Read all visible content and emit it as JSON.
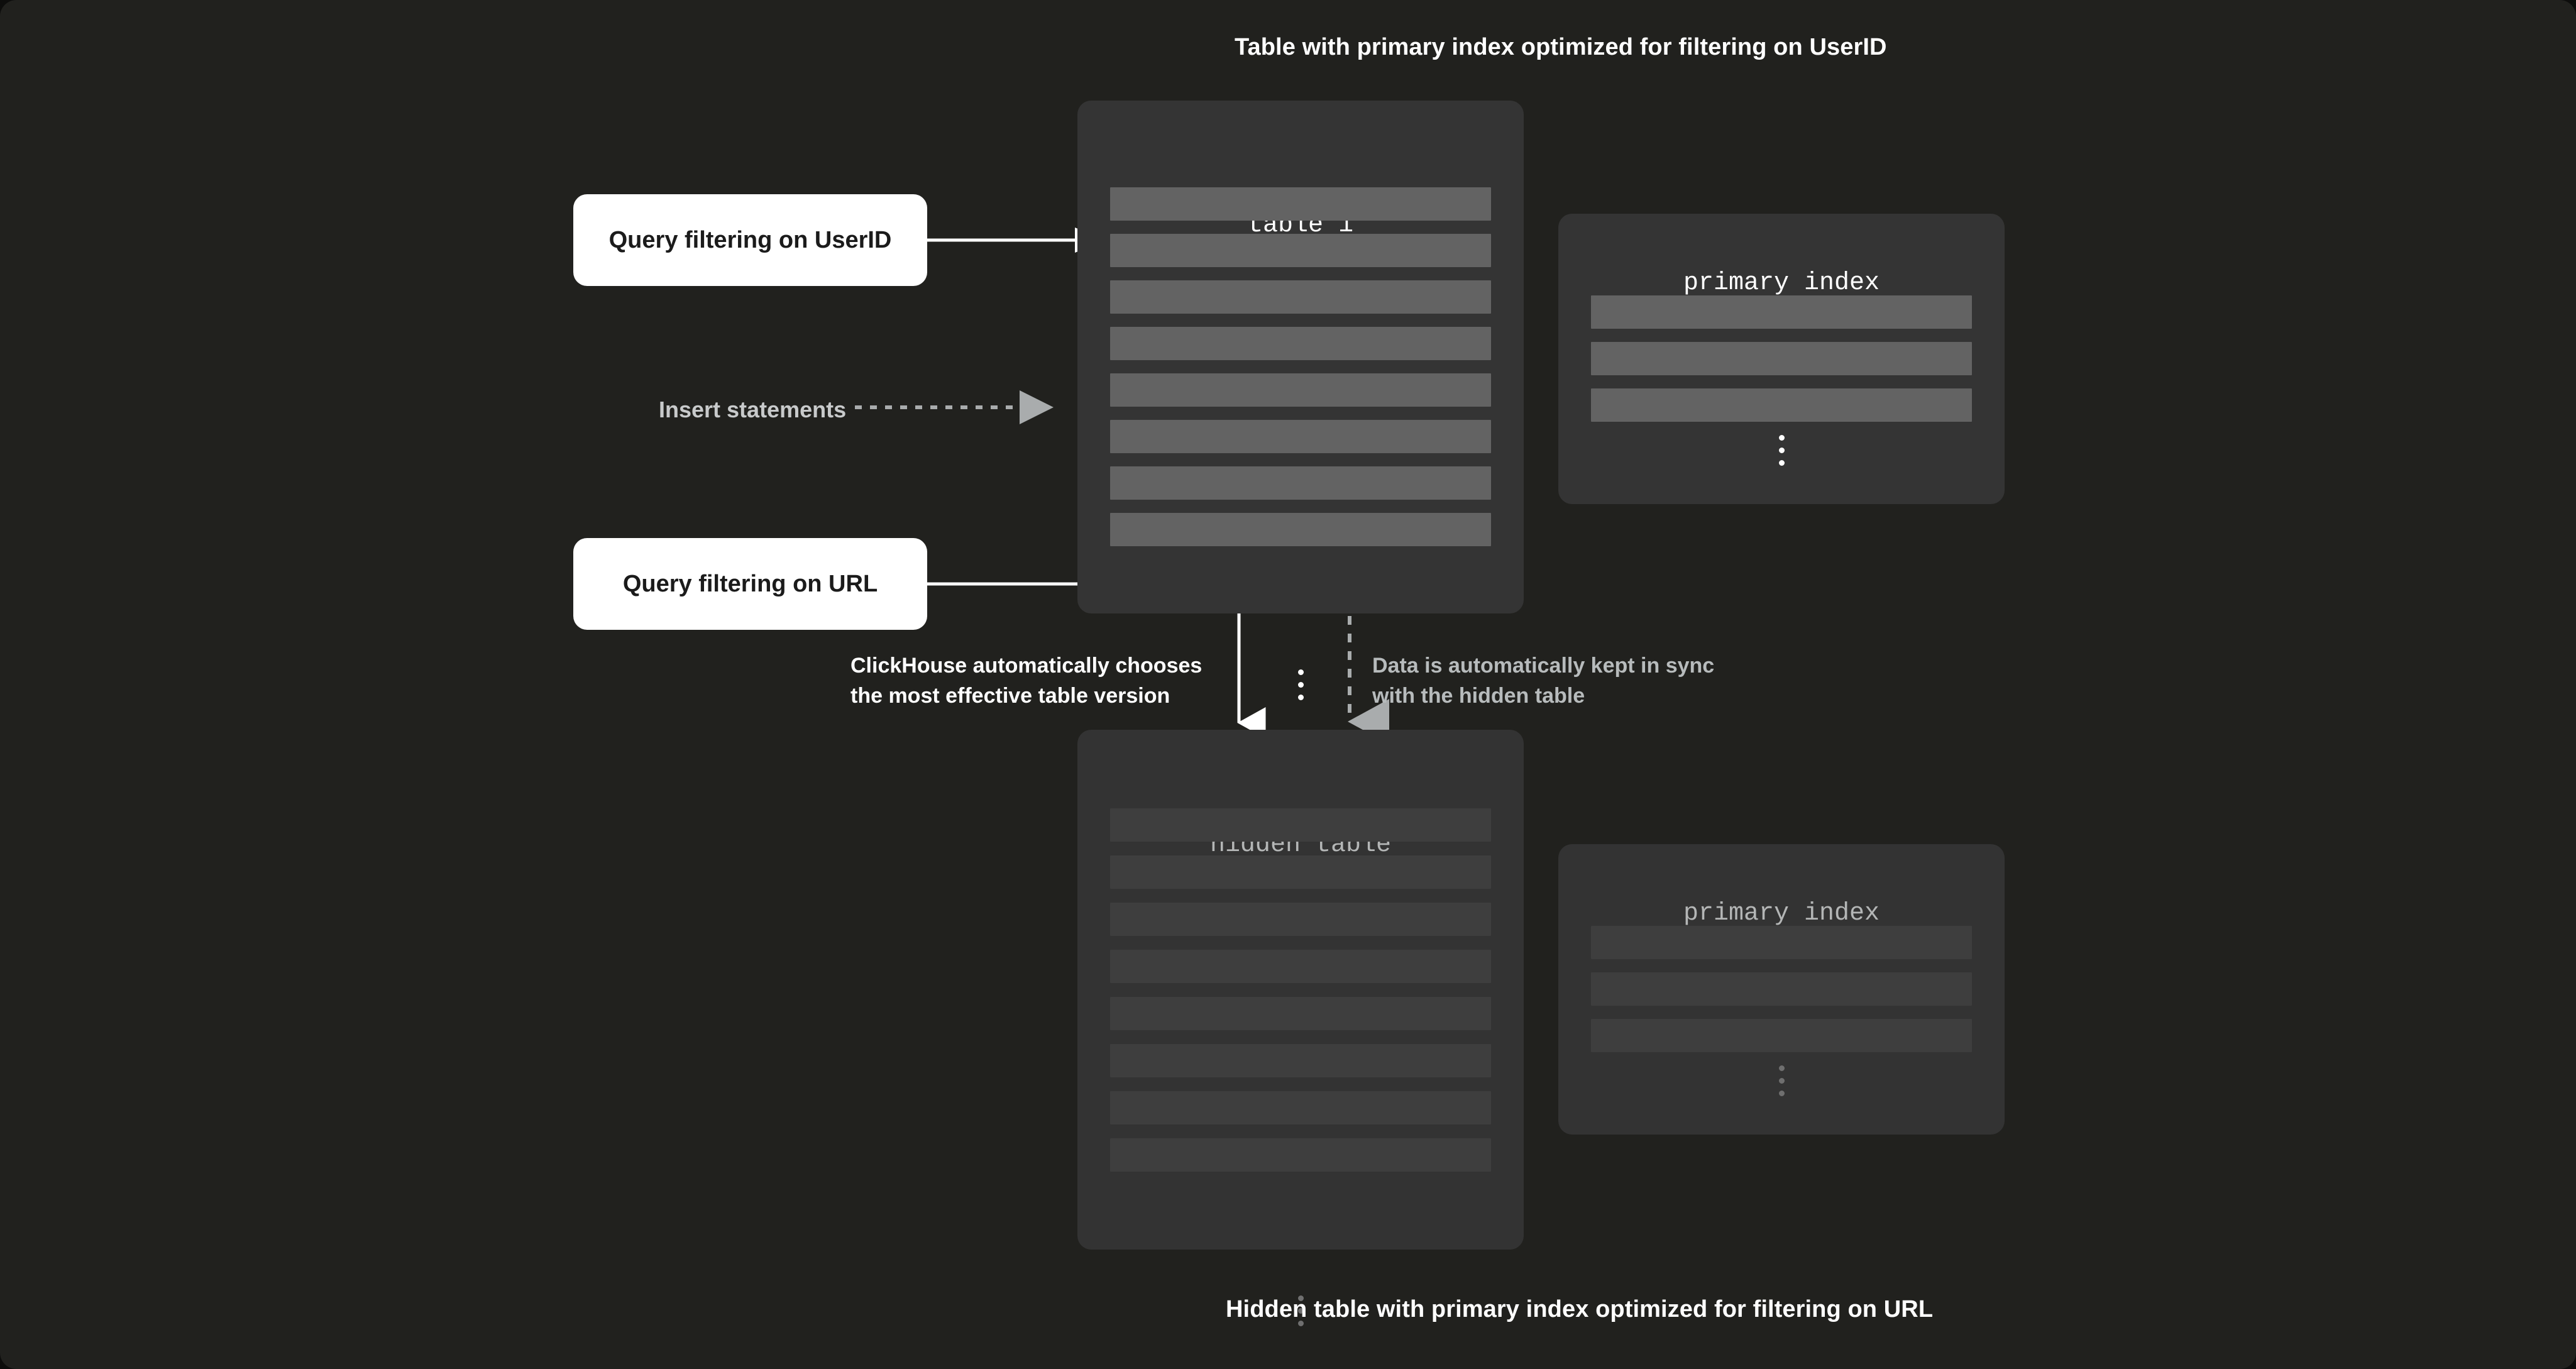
{
  "diagram": {
    "background_color": "#21211e",
    "caption_top": "Table with primary index optimized for filtering on UserID",
    "caption_bottom": "Hidden table with primary index optimized for filtering on URL"
  },
  "table1": {
    "title": "table 1",
    "row_count": 8,
    "rows": [
      "",
      "",
      "",
      "",
      "",
      "",
      "",
      ""
    ],
    "ellipsis": "vertical-ellipsis",
    "panel_color": "#343434",
    "row_color": "#636363"
  },
  "primary_index_top": {
    "title": "primary index",
    "row_count": 3,
    "rows": [
      "",
      "",
      ""
    ],
    "ellipsis": "vertical-ellipsis",
    "panel_color": "#343434",
    "row_color": "#636363"
  },
  "hidden_table": {
    "title": "hidden table",
    "row_count": 8,
    "rows": [
      "",
      "",
      "",
      "",
      "",
      "",
      "",
      ""
    ],
    "ellipsis": "vertical-ellipsis",
    "panel_color": "#333333",
    "row_color": "#3e3e3e"
  },
  "primary_index_bottom": {
    "title": "primary index",
    "row_count": 3,
    "rows": [
      "",
      "",
      ""
    ],
    "ellipsis": "vertical-ellipsis",
    "panel_color": "#333333",
    "row_color": "#3e3e3e"
  },
  "queries": {
    "userid": "Query filtering on UserID",
    "url": "Query filtering on URL"
  },
  "labels": {
    "insert_statements": "Insert statements",
    "choose_line1": "ClickHouse automatically chooses",
    "choose_line2": "the most effective table version",
    "sync_line1": "Data is automatically kept in sync",
    "sync_line2": "with the hidden table"
  },
  "connectors": {
    "query_userid_to_table1": "solid-arrow-right",
    "insert_statements_arrow": "dotted-arrow-right",
    "query_url_to_hidden_table": "solid-elbow-arrow-down",
    "sync_arrow": "dashed-arrow-down"
  },
  "colors": {
    "white": "#ffffff",
    "dim_text": "#b4b6b6",
    "label_gray": "#c8cacb",
    "arrow_gray": "#a9acad"
  }
}
